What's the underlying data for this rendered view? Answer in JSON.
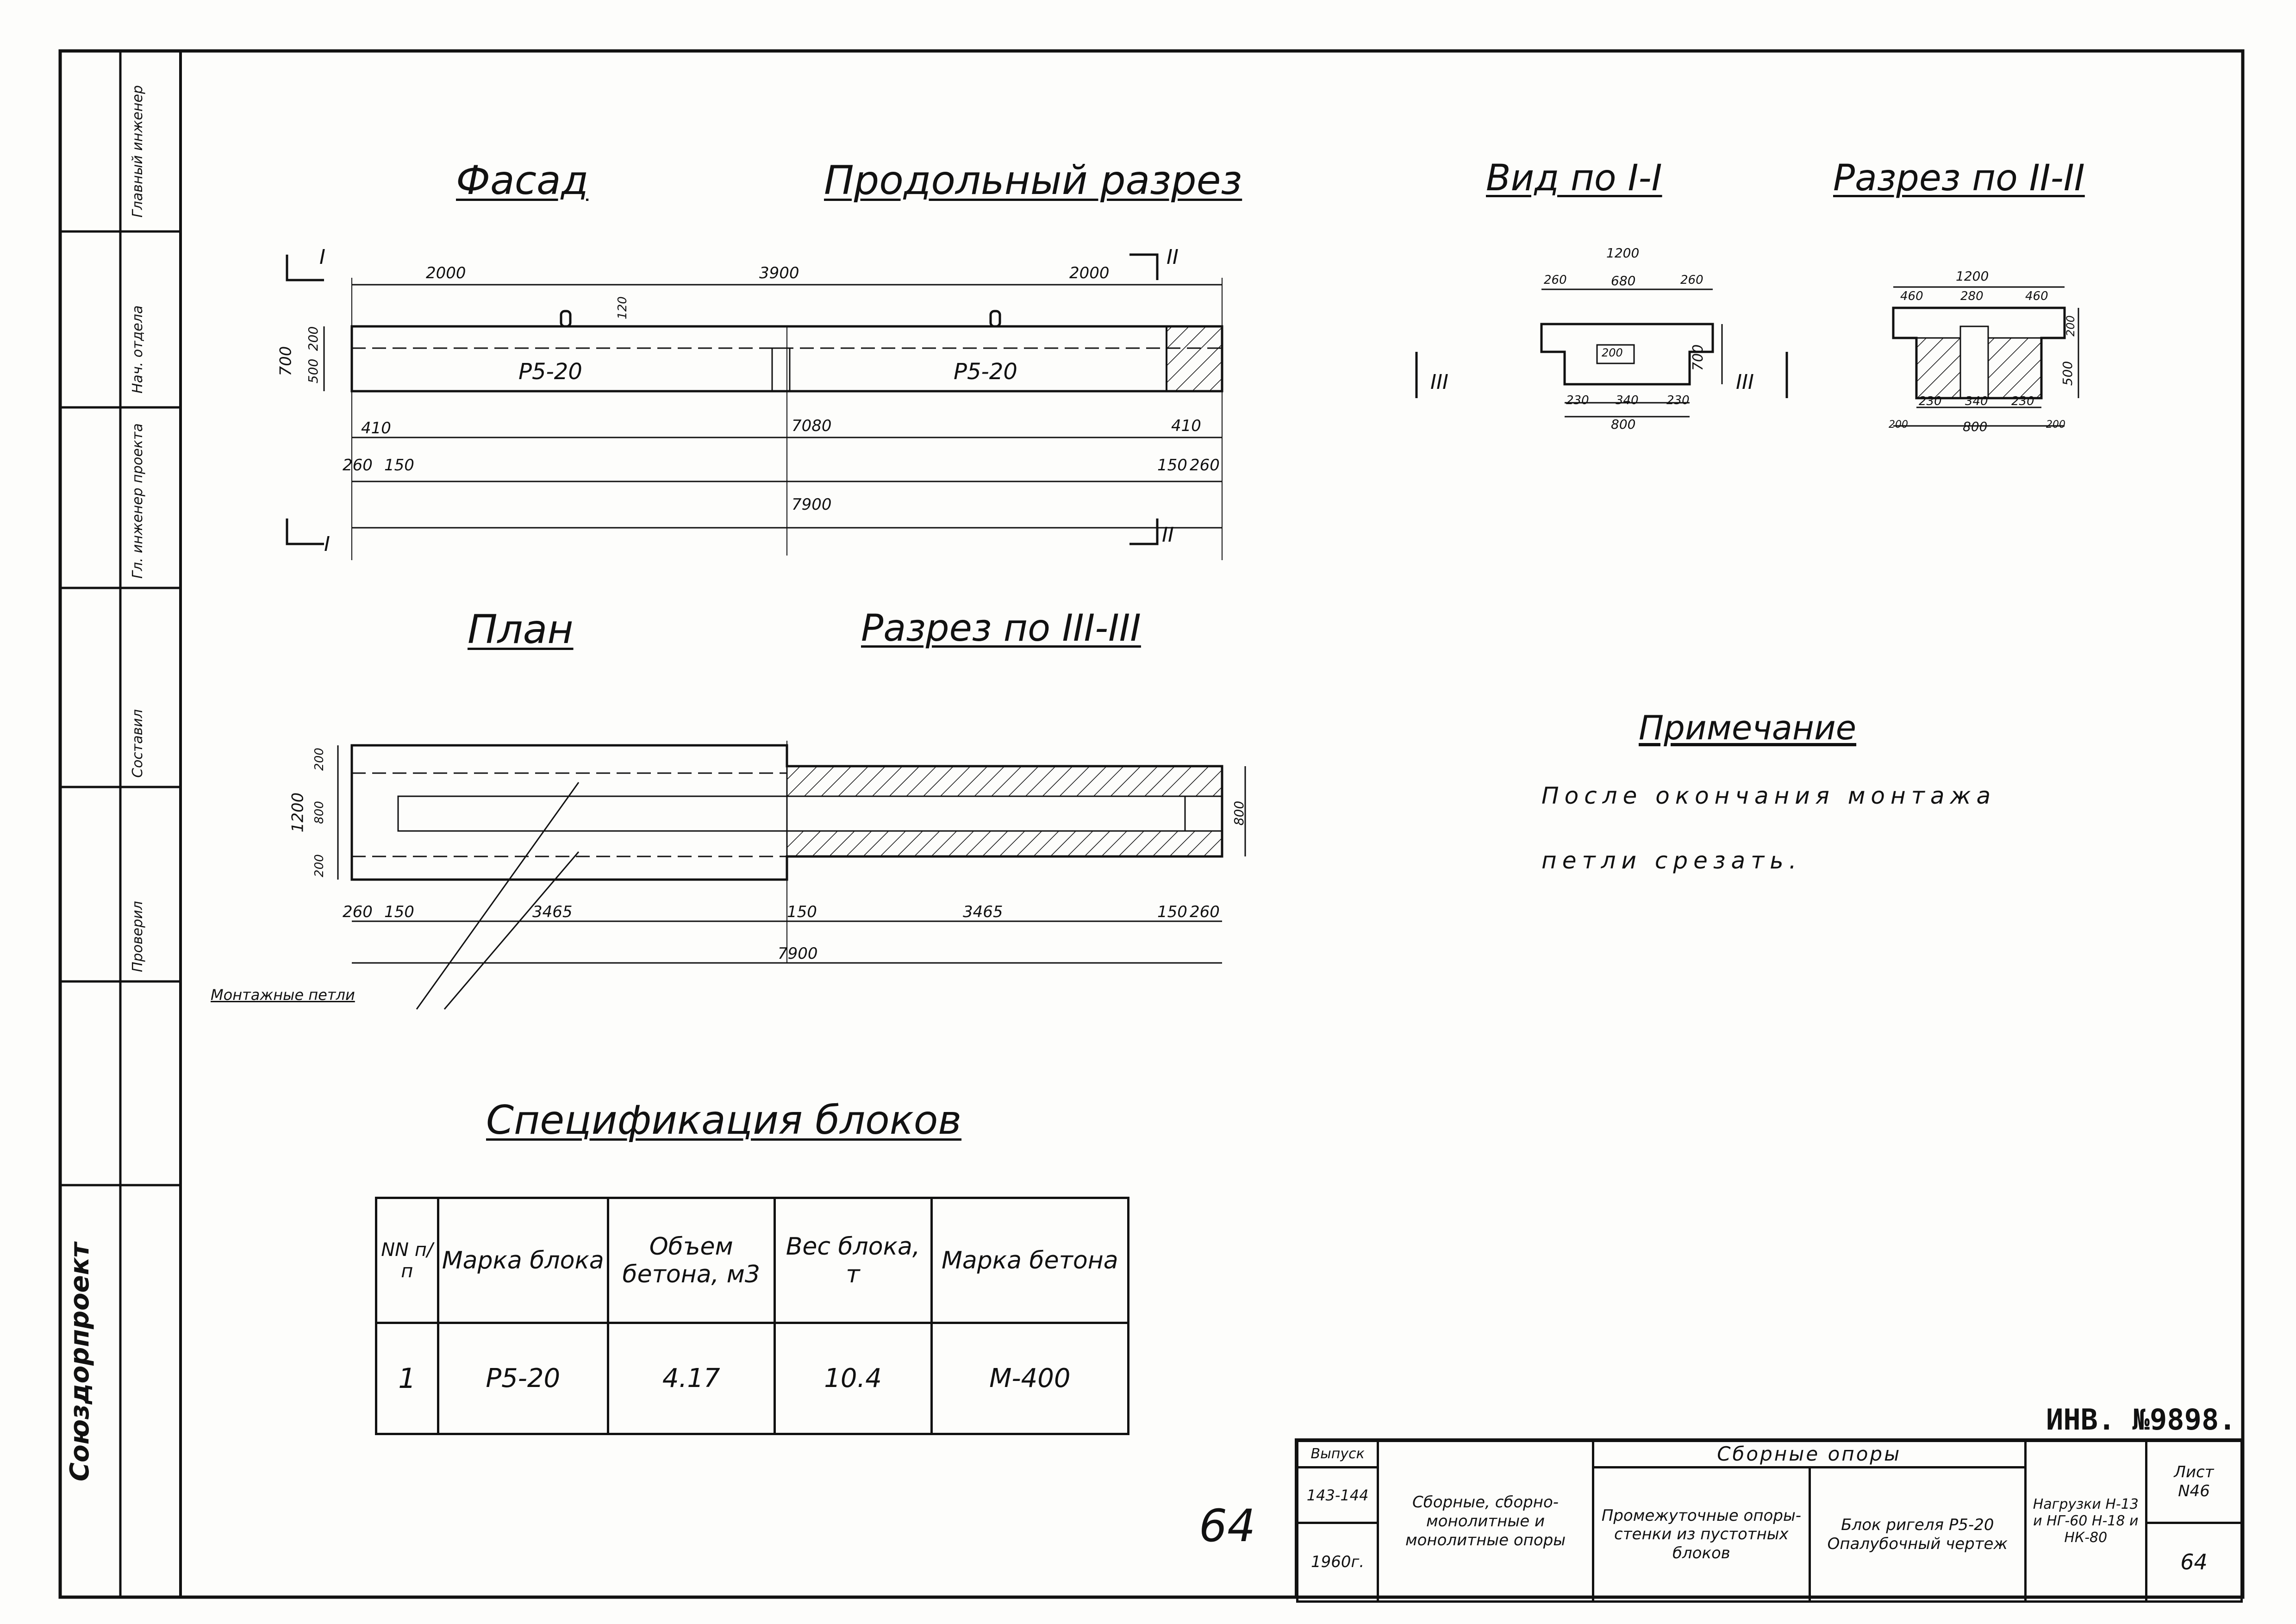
{
  "views": {
    "facade": "Фасад",
    "long_section": "Продольный разрез",
    "view_1": "Вид по I-I",
    "section_2": "Разрез по II-II",
    "plan": "План",
    "section_3": "Разрез по III-III"
  },
  "cut_marks": {
    "I": "I",
    "II": "II",
    "III": "III"
  },
  "facade_dims": {
    "d2000a": "2000",
    "d3900": "3900",
    "d2000b": "2000",
    "d120": "120",
    "d700": "700",
    "d200": "200",
    "d500": "500",
    "block_a": "Р5-20",
    "block_b": "Р5-20",
    "d410": "410",
    "d7080": "7080",
    "d410b": "410",
    "d260a": "260",
    "d150a": "150",
    "d150b": "150",
    "d260b": "260",
    "d7900": "7900"
  },
  "view1_dims": {
    "w1200": "1200",
    "w260a": "260",
    "w680": "680",
    "w260b": "260",
    "h700": "700",
    "c200": "200",
    "b230a": "230",
    "b340": "340",
    "b230b": "230",
    "b800": "800"
  },
  "section2_dims": {
    "w1200": "1200",
    "w460a": "460",
    "w280": "280",
    "w460b": "460",
    "h200": "200",
    "h500": "500",
    "b230a": "230",
    "b340": "340",
    "b230b": "230",
    "b200a": "200",
    "b800": "800",
    "b200b": "200"
  },
  "plan_dims": {
    "h1200": "1200",
    "h200a": "200",
    "h800": "800",
    "h200b": "200",
    "r800": "800",
    "d260a": "260",
    "d150a": "150",
    "d3465a": "3465",
    "d150b": "150",
    "d3465b": "3465",
    "d150c": "150",
    "d260b": "260",
    "d7900": "7900",
    "loops": "Монтажные петли"
  },
  "note": {
    "title": "Примечание",
    "line1": "После окончания монтажа",
    "line2": "петли срезать."
  },
  "spec": {
    "title": "Спецификация блоков",
    "headers": [
      "NN п/п",
      "Марка блока",
      "Объем бетона, м3",
      "Вес блока, т",
      "Марка бетона"
    ],
    "row": [
      "1",
      "Р5-20",
      "4.17",
      "10.4",
      "М-400"
    ]
  },
  "inventory": "ИНВ. №9898.",
  "page_hand": "64",
  "stamp": {
    "issue_label": "Выпуск",
    "issue": "143-144",
    "year": "1960г.",
    "series": "Сборные, сборно-монолитные и монолитные опоры",
    "header": "Сборные опоры",
    "type": "Промежуточные опоры-стенки из пустотных блоков",
    "doc": "Блок ригеля Р5-20 Опалубочный чертеж",
    "loads": "Нагрузки Н-13 и НГ-60 Н-18 и НК-80",
    "sheet_label": "Лист",
    "sheet": "N46",
    "page": "64"
  },
  "sidebar": {
    "org": "Союздорпроект",
    "l1": "Главный инженер",
    "l2": "Нач. отдела",
    "l3": "Гл. инженер проекта",
    "l4": "Составил",
    "l5": "Проверил"
  }
}
